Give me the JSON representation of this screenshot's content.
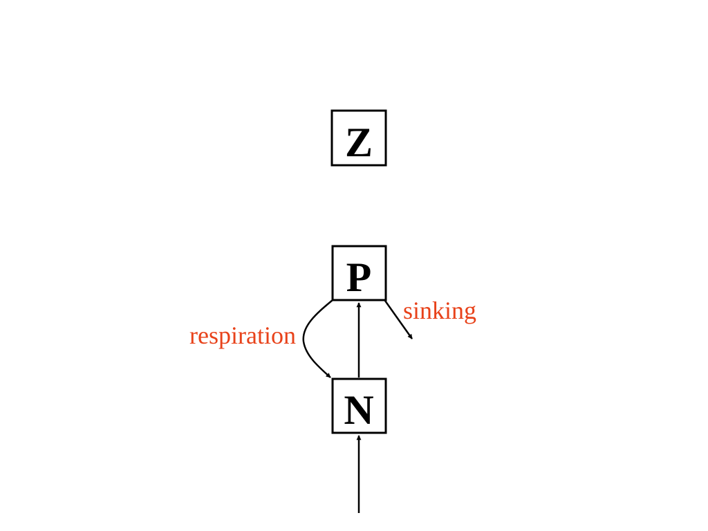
{
  "nodes": {
    "z": "Z",
    "p": "P",
    "n": "N"
  },
  "flows": {
    "respiration": "respiration",
    "sinking": "sinking"
  },
  "colors": {
    "flow_label": "#e8421a",
    "line": "#000000"
  }
}
